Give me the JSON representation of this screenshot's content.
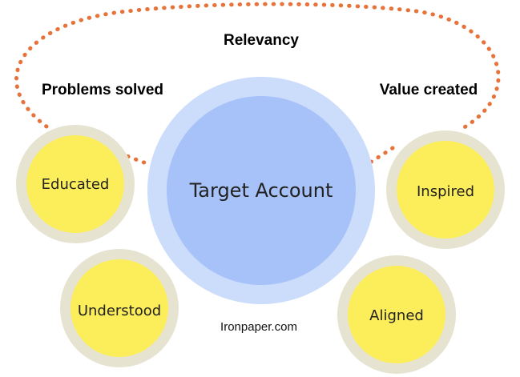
{
  "title": "Relevancy",
  "left_label": "Problems solved",
  "right_label": "Value created",
  "center": {
    "label": "Target Account"
  },
  "nodes": {
    "educated": "Educated",
    "understood": "Understood",
    "inspired": "Inspired",
    "aligned": "Aligned"
  },
  "footer": "Ironpaper.com",
  "colors": {
    "dotted_arc": "#E8733A",
    "node_fill": "#FCEE5A",
    "node_ring": "#E6E3D0",
    "center_outer": "#CCDDFB",
    "center_inner": "#A6C2F8"
  }
}
